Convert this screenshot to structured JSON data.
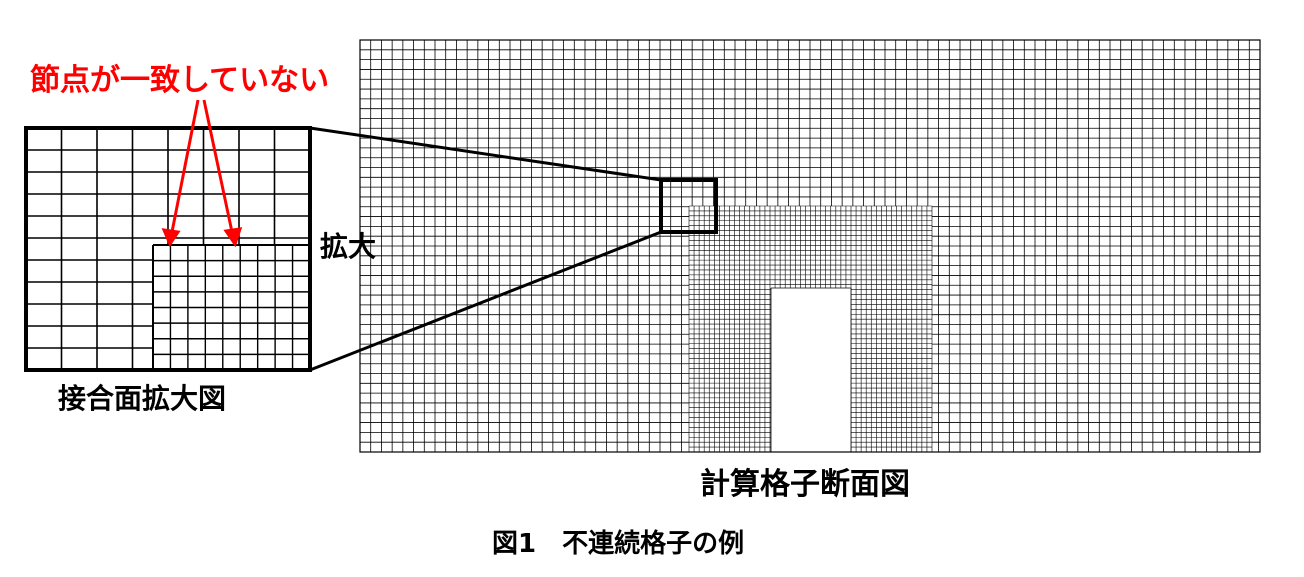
{
  "labels": {
    "mismatch": "節点が一致していない",
    "zoom": "拡大",
    "interface_zoom": "接合面拡大図",
    "grid_section": "計算格子断面図",
    "caption": "図1　不連続格子の例"
  },
  "colors": {
    "annotation": "#ff0000",
    "line": "#000000",
    "background": "#ffffff"
  }
}
